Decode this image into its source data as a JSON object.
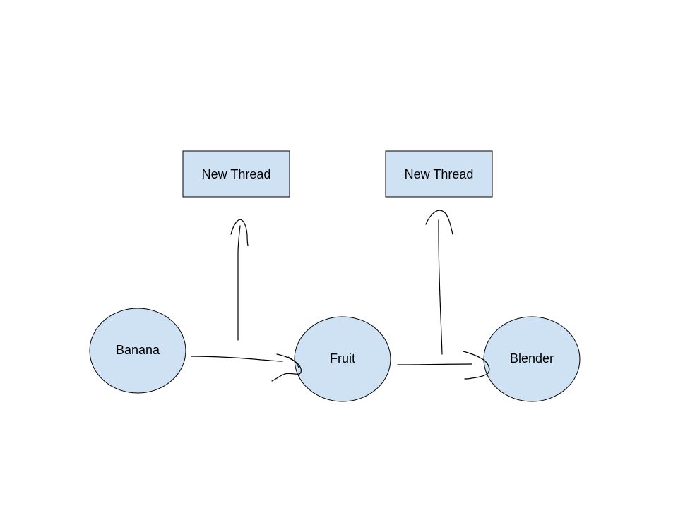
{
  "diagram": {
    "nodes": {
      "banana": {
        "label": "Banana",
        "shape": "ellipse"
      },
      "fruit": {
        "label": "Fruit",
        "shape": "ellipse"
      },
      "blender": {
        "label": "Blender",
        "shape": "ellipse"
      },
      "thread_left": {
        "label": "New Thread",
        "shape": "rectangle"
      },
      "thread_right": {
        "label": "New Thread",
        "shape": "rectangle"
      }
    },
    "edges": [
      {
        "from": "banana",
        "to": "fruit",
        "style": "hand-drawn-arrow"
      },
      {
        "from": "fruit",
        "to": "blender",
        "style": "hand-drawn-arrow"
      },
      {
        "from": "banana-fruit-link",
        "to": "thread_left",
        "style": "hand-drawn-arrow"
      },
      {
        "from": "fruit-blender-link",
        "to": "thread_right",
        "style": "hand-drawn-arrow"
      }
    ],
    "colors": {
      "node_fill": "#cfe2f3",
      "stroke": "#000000",
      "background": "#ffffff"
    }
  }
}
